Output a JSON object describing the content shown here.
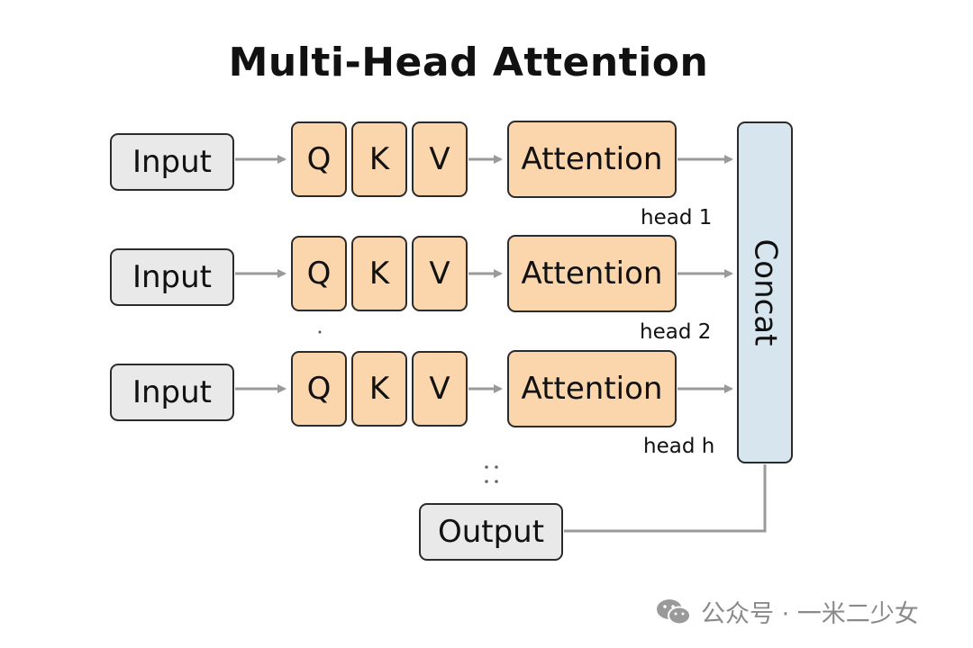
{
  "title": "Multi-Head Attention",
  "heads": [
    {
      "input": "Input",
      "q": "Q",
      "k": "K",
      "v": "V",
      "attention": "Attention",
      "label": "head 1"
    },
    {
      "input": "Input",
      "q": "Q",
      "k": "K",
      "v": "V",
      "attention": "Attention",
      "label": "head 2"
    },
    {
      "input": "Input",
      "q": "Q",
      "k": "K",
      "v": "V",
      "attention": "Attention",
      "label": "head h"
    }
  ],
  "concat": "Concat",
  "output": "Output",
  "ellipsis": ":",
  "watermark": "公众号 · 一米二少女",
  "colors": {
    "input_fill": "#e9e9e9",
    "qkv_fill": "#fbd5ac",
    "attention_fill": "#fbd5ac",
    "concat_fill": "#d6e5ee",
    "output_fill": "#e9e9e9",
    "arrow": "#9a9a9a"
  }
}
